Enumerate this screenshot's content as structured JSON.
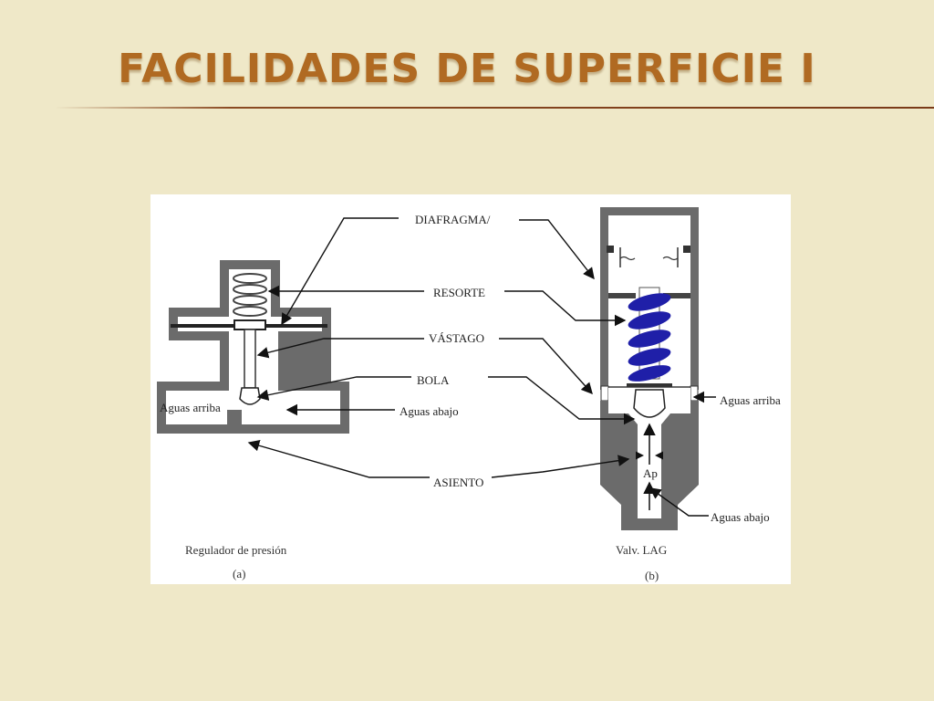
{
  "slide": {
    "title": "FACILIDADES DE SUPERFICIE I"
  },
  "diagram": {
    "labels": {
      "diafragma": "DIAFRAGMA/",
      "resorte": "RESORTE",
      "vastago": "VÁSTAGO",
      "bola": "BOLA",
      "asiento": "ASIENTO",
      "aguas_arriba_a": "Aguas arriba",
      "aguas_abajo_a": "Aguas abajo",
      "aguas_arriba_b": "Aguas arriba",
      "aguas_abajo_b": "Aguas abajo",
      "ap": "Ap"
    },
    "captions": {
      "a_name": "Regulador de presión",
      "a_tag": "(a)",
      "b_name": "Valv. LAG",
      "b_tag": "(b)"
    },
    "colors": {
      "body_gray": "#6b6b6b",
      "spring_blue": "#1f1fa8"
    }
  }
}
